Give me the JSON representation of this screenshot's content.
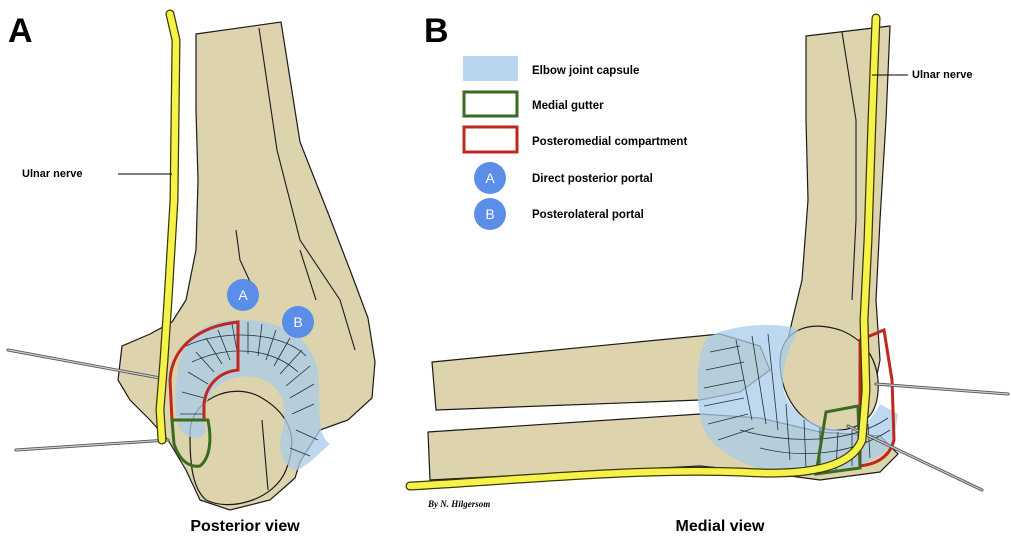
{
  "panels": {
    "a": {
      "letter": "A",
      "caption": "Posterior view",
      "nerve_label": "Ulnar nerve"
    },
    "b": {
      "letter": "B",
      "caption": "Medial view",
      "nerve_label": "Ulnar nerve",
      "signature": "By N. Hilgersom"
    }
  },
  "portals": {
    "a": "A",
    "b": "B"
  },
  "legend": {
    "capsule": "Elbow joint capsule",
    "gutter": "Medial gutter",
    "posteromedial": "Posteromedial compartment",
    "portal_a_letter": "A",
    "portal_a": "Direct posterior portal",
    "portal_b_letter": "B",
    "portal_b": "Posterolateral portal"
  },
  "colors": {
    "bone": "#ddd3ad",
    "capsule": "#a8cbe9",
    "nerve": "#f6f24a",
    "gutter": "#3a6b1f",
    "posteromedial": "#c0281e",
    "portal": "#5a8ee8"
  }
}
